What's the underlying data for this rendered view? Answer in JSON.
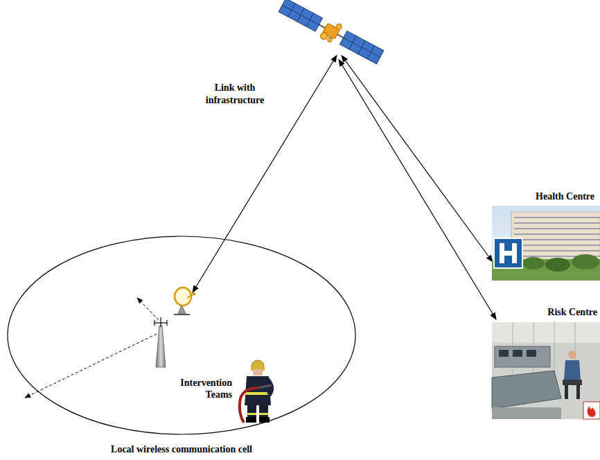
{
  "diagram": {
    "nodes": [
      {
        "text": [
          "Local wireless communication cell"
        ]
      },
      {
        "text": [
          "Intervention Teams"
        ],
        "in": 0
      },
      {
        "text": [
          "Health Centre"
        ]
      },
      {
        "text": [
          "Risk Centre"
        ]
      }
    ],
    "labels": [
      "Link with infrastructure"
    ]
  }
}
